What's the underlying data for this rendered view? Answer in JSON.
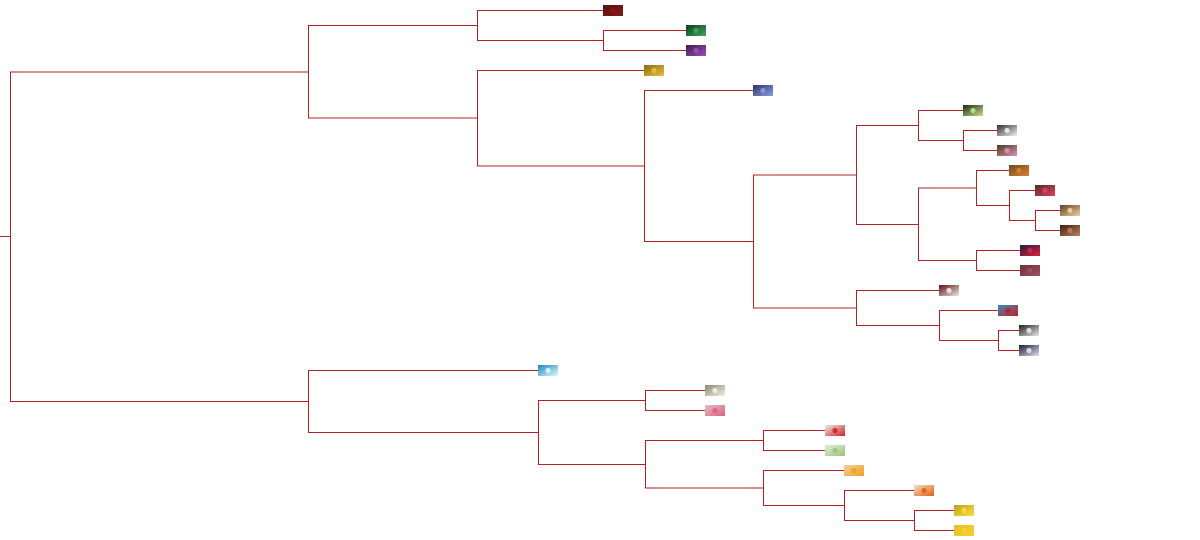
{
  "tree": {
    "edge_color": "#b22222",
    "root": {
      "c": [
        {
          "c": [
            {
              "c": [
                {
                  "leaf": "dark-red-flower-thumbnail",
                  "colors": [
                    "#5a1010",
                    "#8a1818"
                  ]
                },
                {
                  "c": [
                    {
                      "leaf": "green-leaf-thumbnail",
                      "colors": [
                        "#0d3d1a",
                        "#3fa85a"
                      ]
                    },
                    {
                      "leaf": "purple-flower-thumbnail",
                      "colors": [
                        "#3a1f4a",
                        "#9b4fb8"
                      ]
                    }
                  ]
                }
              ]
            },
            {
              "c": [
                {
                  "leaf": "yellow-petal-thumbnail",
                  "colors": [
                    "#8a6a10",
                    "#e8c040"
                  ]
                },
                {
                  "c": [
                    {
                      "leaf": "blue-flower-thumbnail",
                      "colors": [
                        "#2a3566",
                        "#8c9ce0"
                      ]
                    },
                    {
                      "c": [
                        {
                          "c": [
                            {
                              "c": [
                                {
                                  "leaf": "green-white-flower-thumbnail",
                                  "colors": [
                                    "#1a2a10",
                                    "#c8e090"
                                  ]
                                },
                                {
                                  "c": [
                                    {
                                      "leaf": "white-flower-thumbnail",
                                      "colors": [
                                        "#303030",
                                        "#f0f0f0"
                                      ]
                                    },
                                    {
                                      "leaf": "pink-flower-thumbnail",
                                      "colors": [
                                        "#404020",
                                        "#e090b0"
                                      ]
                                    }
                                  ]
                                }
                              ]
                            },
                            {
                              "c": [
                                {
                                  "c": [
                                    {
                                      "leaf": "orange-flower-thumbnail",
                                      "colors": [
                                        "#6a4a20",
                                        "#e08030"
                                      ]
                                    },
                                    {
                                      "c": [
                                        {
                                          "leaf": "red-pink-flower-thumbnail",
                                          "colors": [
                                            "#503020",
                                            "#e04060"
                                          ]
                                        },
                                        {
                                          "c": [
                                            {
                                              "leaf": "peach-flower-thumbnail",
                                              "colors": [
                                                "#604020",
                                                "#f0d0a0"
                                              ]
                                            },
                                            {
                                              "leaf": "brown-flower-thumbnail",
                                              "colors": [
                                                "#3a2010",
                                                "#c08060"
                                              ]
                                            }
                                          ]
                                        }
                                      ]
                                    }
                                  ]
                                },
                                {
                                  "c": [
                                    {
                                      "leaf": "red-rose-thumbnail",
                                      "colors": [
                                        "#202040",
                                        "#e02040"
                                      ]
                                    },
                                    {
                                      "leaf": "mauve-flower-thumbnail",
                                      "colors": [
                                        "#6a3040",
                                        "#a05060"
                                      ]
                                    }
                                  ]
                                }
                              ]
                            }
                          ]
                        },
                        {
                          "c": [
                            {
                              "leaf": "white-red-flower-thumbnail",
                              "colors": [
                                "#5a1010",
                                "#f0e8e8"
                              ]
                            },
                            {
                              "c": [
                                {
                                  "leaf": "red-blue-flower-thumbnail",
                                  "colors": [
                                    "#3a8ac0",
                                    "#c02020"
                                  ]
                                },
                                {
                                  "c": [
                                    {
                                      "leaf": "white-bloom-thumbnail",
                                      "colors": [
                                        "#202020",
                                        "#e8e8e8"
                                      ]
                                    },
                                    {
                                      "leaf": "white-navy-flower-thumbnail",
                                      "colors": [
                                        "#1a1a3a",
                                        "#e0e0f0"
                                      ]
                                    }
                                  ]
                                }
                              ]
                            }
                          ]
                        }
                      ]
                    }
                  ]
                }
              ]
            }
          ]
        },
        {
          "c": [
            {
              "leaf": "cyan-flower-thumbnail",
              "colors": [
                "#1a8ac0",
                "#e0f8ff"
              ]
            },
            {
              "c": [
                {
                  "c": [
                    {
                      "leaf": "white-daisy-thumbnail",
                      "colors": [
                        "#908870",
                        "#f0f0e0"
                      ]
                    },
                    {
                      "leaf": "light-pink-flower-thumbnail",
                      "colors": [
                        "#e0c0c0",
                        "#e06080"
                      ]
                    }
                  ]
                },
                {
                  "c": [
                    {
                      "c": [
                        {
                          "leaf": "red-on-white-flower-thumbnail",
                          "colors": [
                            "#e8f0e0",
                            "#d02030"
                          ]
                        },
                        {
                          "leaf": "pale-green-flower-thumbnail",
                          "colors": [
                            "#e0f0d0",
                            "#a0c080"
                          ]
                        }
                      ]
                    },
                    {
                      "c": [
                        {
                          "leaf": "orange-yellow-flower-thumbnail",
                          "colors": [
                            "#f0d0a0",
                            "#f0a020"
                          ]
                        },
                        {
                          "c": [
                            {
                              "leaf": "beige-orange-flower-thumbnail",
                              "colors": [
                                "#f0e0c8",
                                "#e06010"
                              ]
                            },
                            {
                              "c": [
                                {
                                  "leaf": "yellow-flower-thumbnail",
                                  "colors": [
                                    "#c0a020",
                                    "#f8e040"
                                  ]
                                },
                                {
                                  "leaf": "yellow-sunflower-thumbnail",
                                  "colors": [
                                    "#e0c020",
                                    "#f8d030"
                                  ]
                                }
                              ]
                            }
                          ]
                        }
                      ]
                    }
                  ]
                }
              ]
            }
          ]
        }
      ]
    }
  }
}
